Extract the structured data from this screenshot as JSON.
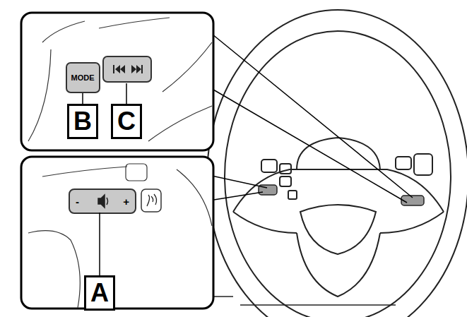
{
  "diagram": {
    "nodes": [
      {
        "text": [
          "MODE"
        ]
      },
      {
        "text": [
          "B"
        ]
      },
      {
        "text": [
          "C"
        ]
      },
      {
        "text": [
          "-",
          "+"
        ]
      },
      {
        "text": [
          "A"
        ]
      }
    ],
    "edges": [
      {
        "from": 1,
        "to": 0,
        "arrow": "none"
      },
      {
        "from": 4,
        "to": 3,
        "arrow": "none"
      }
    ]
  }
}
